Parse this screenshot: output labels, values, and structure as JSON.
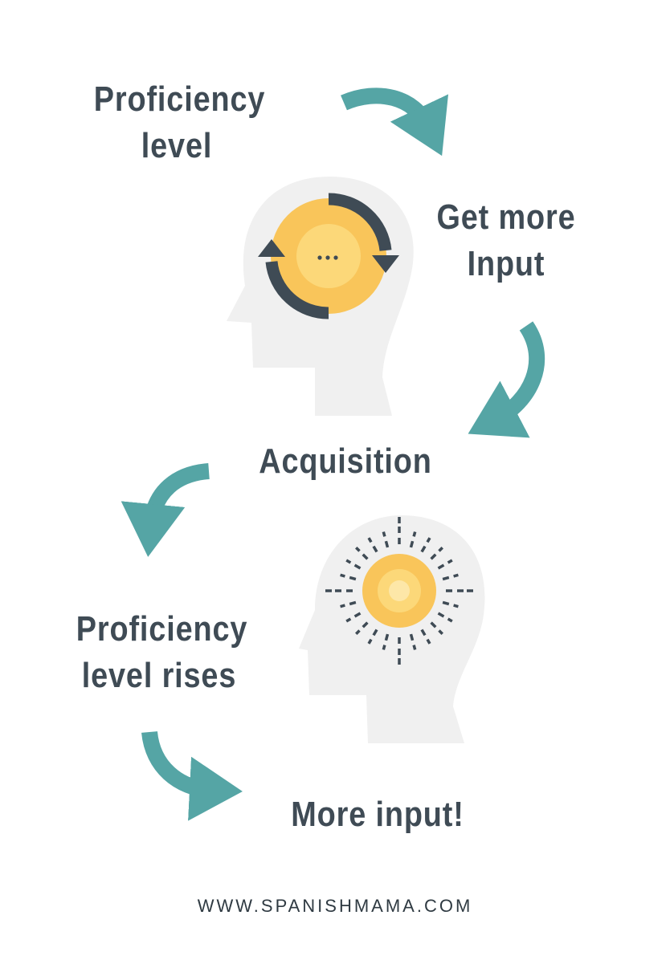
{
  "nodes": {
    "proficiency_level": {
      "line1": "Proficiency",
      "line2": "level"
    },
    "get_more_input": {
      "line1": "Get more",
      "line2": "Input"
    },
    "acquisition": {
      "text": "Acquisition"
    },
    "proficiency_rises": {
      "line1": "Proficiency",
      "line2": "level rises"
    },
    "more_input": {
      "text": "More input!"
    }
  },
  "footer": {
    "url": "WWW.SPANISHMAMA.COM"
  },
  "head_icons": [
    {
      "icon": "head-with-cycle-icon",
      "center_text": "..."
    },
    {
      "icon": "head-with-sun-icon"
    }
  ],
  "colors": {
    "text": "#3f4b55",
    "arrow": "#55a5a5",
    "head": "#f0f0f0",
    "sun_outer": "#f9c55a",
    "sun_inner": "#fcd879",
    "cycle_arrow": "#3f4b55"
  }
}
